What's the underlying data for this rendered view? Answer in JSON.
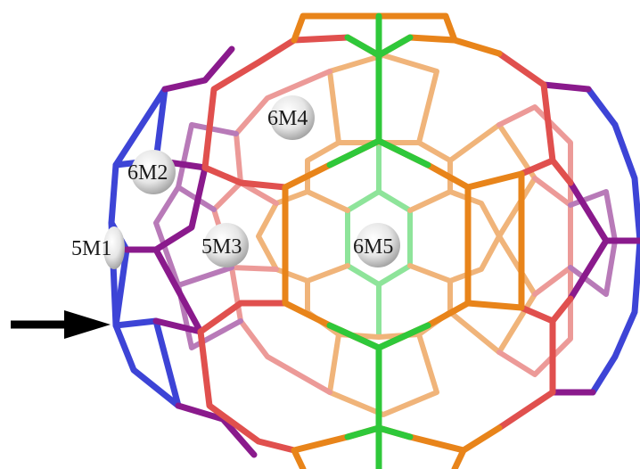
{
  "colors": {
    "green": "#2fc83a",
    "green_back": "#8ee49a",
    "orange": "#e8841a",
    "orange_back": "#f0b47a",
    "red": "#e0504e",
    "red_back": "#ec9a98",
    "purple": "#8a1a8c",
    "purple_back": "#b87ab8",
    "blue": "#3d44d6",
    "arrow": "#000000",
    "marker_fill": "#e9e9e9",
    "marker_shade": "#9c9c9c"
  },
  "arrow": {
    "icon": "right-arrow-icon",
    "points_to": "atom between 5M1 and lower blue ring"
  },
  "sites": [
    {
      "id": "5M1",
      "label": "5M1"
    },
    {
      "id": "6M2",
      "label": "6M2"
    },
    {
      "id": "5M3",
      "label": "5M3"
    },
    {
      "id": "6M4",
      "label": "6M4"
    },
    {
      "id": "6M5",
      "label": "6M5"
    }
  ]
}
